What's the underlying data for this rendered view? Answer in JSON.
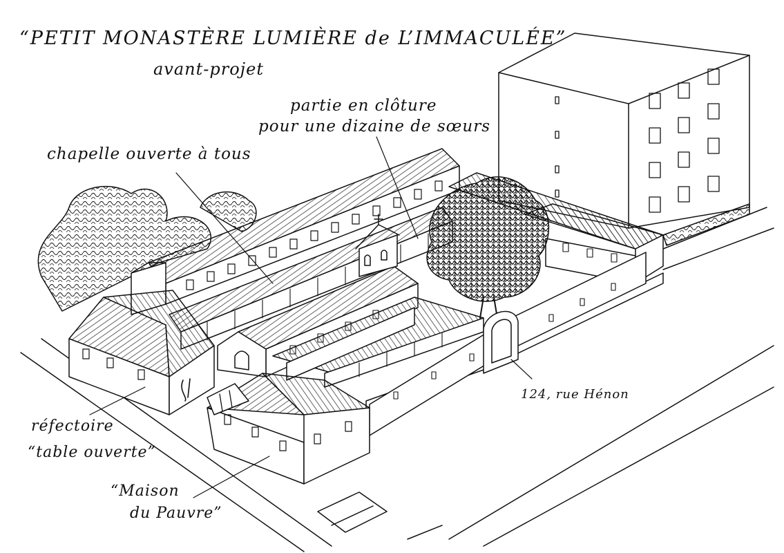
{
  "labels": {
    "title": "“PETIT MONASTÈRE LUMIÈRE de L’IMMACULÉE”",
    "subtitle": "avant-projet",
    "cloture_line1": "partie en clôture",
    "cloture_line2": "pour une dizaine de sœurs",
    "chapelle": "chapelle ouverte à tous",
    "rue": "124, rue Hénon",
    "refectoire_line1": "réfectoire",
    "refectoire_line2": "“table ouverte”",
    "maison_line1": "“Maison",
    "maison_line2": "du Pauvre”"
  },
  "colors": {
    "ink": "#111111",
    "paper": "#ffffff"
  }
}
